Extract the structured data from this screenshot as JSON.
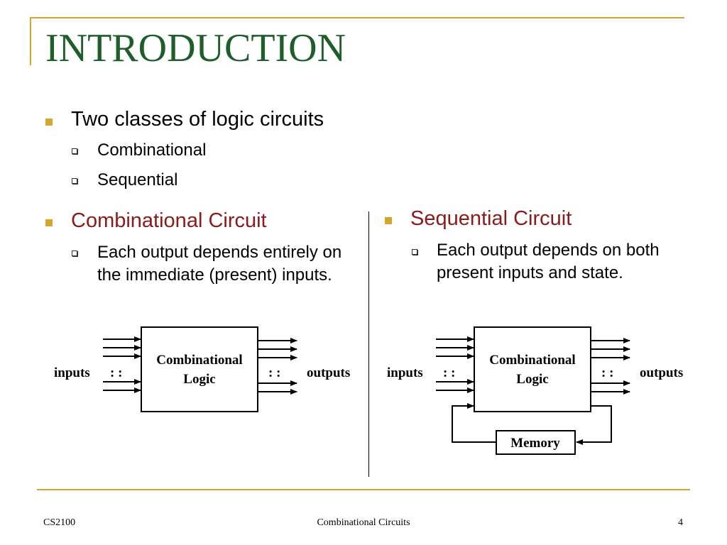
{
  "slide": {
    "title": "INTRODUCTION",
    "bullet1": {
      "text": "Two classes of logic circuits",
      "subitems": [
        "Combinational",
        "Sequential"
      ]
    },
    "combinational": {
      "heading": "Combinational Circuit",
      "description": "Each output depends entirely on the immediate (present) inputs."
    },
    "sequential": {
      "heading": "Sequential Circuit",
      "description": "Each output depends on both present inputs and state."
    }
  },
  "diagram": {
    "inputs_label": "inputs",
    "outputs_label": "outputs",
    "ellipsis": ": :",
    "block_line1": "Combinational",
    "block_line2": "Logic",
    "memory_label": "Memory"
  },
  "footer": {
    "left": "CS2100",
    "center": "Combinational Circuits",
    "page": "4"
  },
  "colors": {
    "accent": "#d4a72c",
    "title": "#1d5e2a",
    "heading": "#8b1a1a"
  }
}
